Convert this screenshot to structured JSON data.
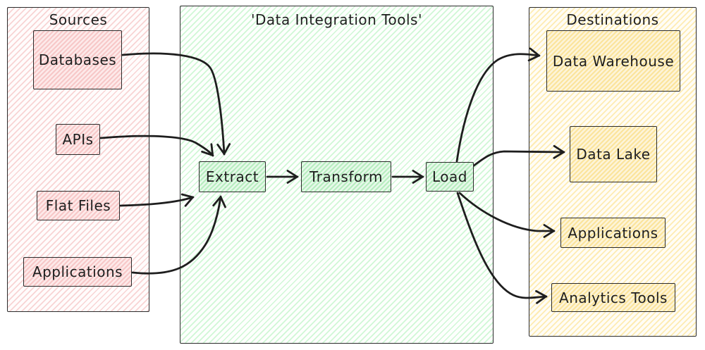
{
  "colors": {
    "stroke": "#1e1e1e",
    "source_fill": "#ffc9c9",
    "tool_fill": "#b2f2bb",
    "destination_fill": "#ffec99",
    "background": "#ffffff"
  },
  "sources": {
    "title": "Sources",
    "items": {
      "databases": "Databases",
      "apis": "APIs",
      "flat_files": "Flat Files",
      "applications": "Applications"
    }
  },
  "tools": {
    "title": "'Data Integration Tools'",
    "items": {
      "extract": "Extract",
      "transform": "Transform",
      "load": "Load"
    }
  },
  "destinations": {
    "title": "Destinations",
    "items": {
      "data_warehouse": "Data Warehouse",
      "data_lake": "Data Lake",
      "applications": "Applications",
      "analytics_tools": "Analytics Tools"
    }
  },
  "edges": [
    {
      "from": "Databases",
      "to": "Extract"
    },
    {
      "from": "APIs",
      "to": "Extract"
    },
    {
      "from": "Flat Files",
      "to": "Extract"
    },
    {
      "from": "Applications",
      "to": "Extract"
    },
    {
      "from": "Extract",
      "to": "Transform"
    },
    {
      "from": "Transform",
      "to": "Load"
    },
    {
      "from": "Load",
      "to": "Data Warehouse"
    },
    {
      "from": "Load",
      "to": "Data Lake"
    },
    {
      "from": "Load",
      "to": "Applications"
    },
    {
      "from": "Load",
      "to": "Analytics Tools"
    }
  ]
}
